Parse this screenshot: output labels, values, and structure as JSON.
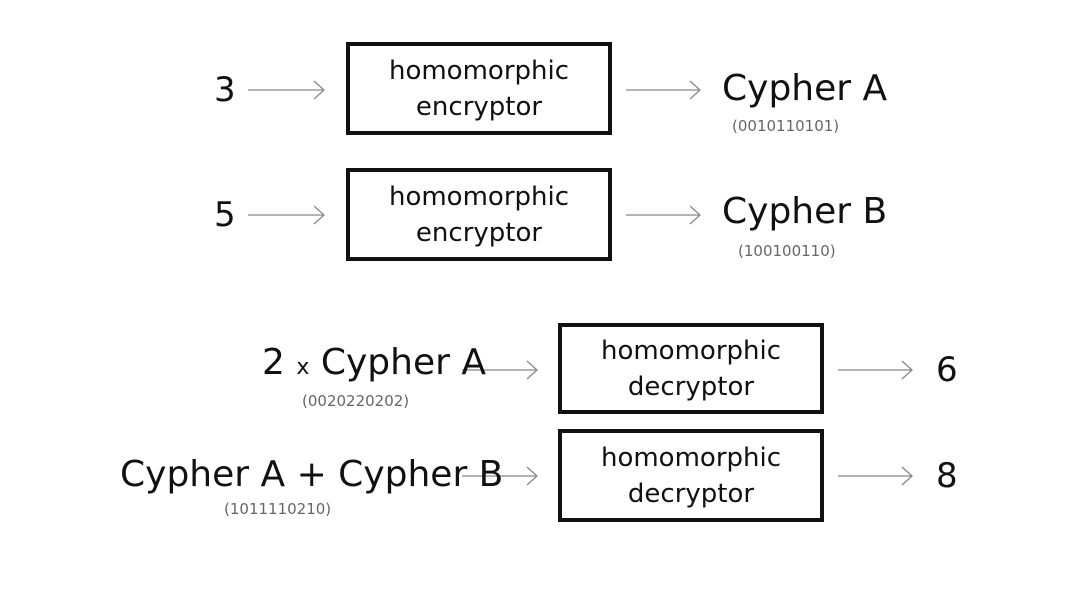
{
  "colors": {
    "ink": "#111111",
    "arrow": "#888888",
    "code": "#666666"
  },
  "encrypt_rows": [
    {
      "input": "3",
      "box_line1": "homomorphic",
      "box_line2": "encryptor",
      "output": "Cypher A",
      "code": "(0010110101)"
    },
    {
      "input": "5",
      "box_line1": "homomorphic",
      "box_line2": "encryptor",
      "output": "Cypher B",
      "code": "(100100110)"
    }
  ],
  "decrypt_rows": [
    {
      "expr_coef": "2",
      "expr_op": "x",
      "expr_term": "Cypher A",
      "code": "(0020220202)",
      "box_line1": "homomorphic",
      "box_line2": "decryptor",
      "output": "6"
    },
    {
      "expr": "Cypher A + Cypher B",
      "code": "(1011110210)",
      "box_line1": "homomorphic",
      "box_line2": "decryptor",
      "output": "8"
    }
  ]
}
